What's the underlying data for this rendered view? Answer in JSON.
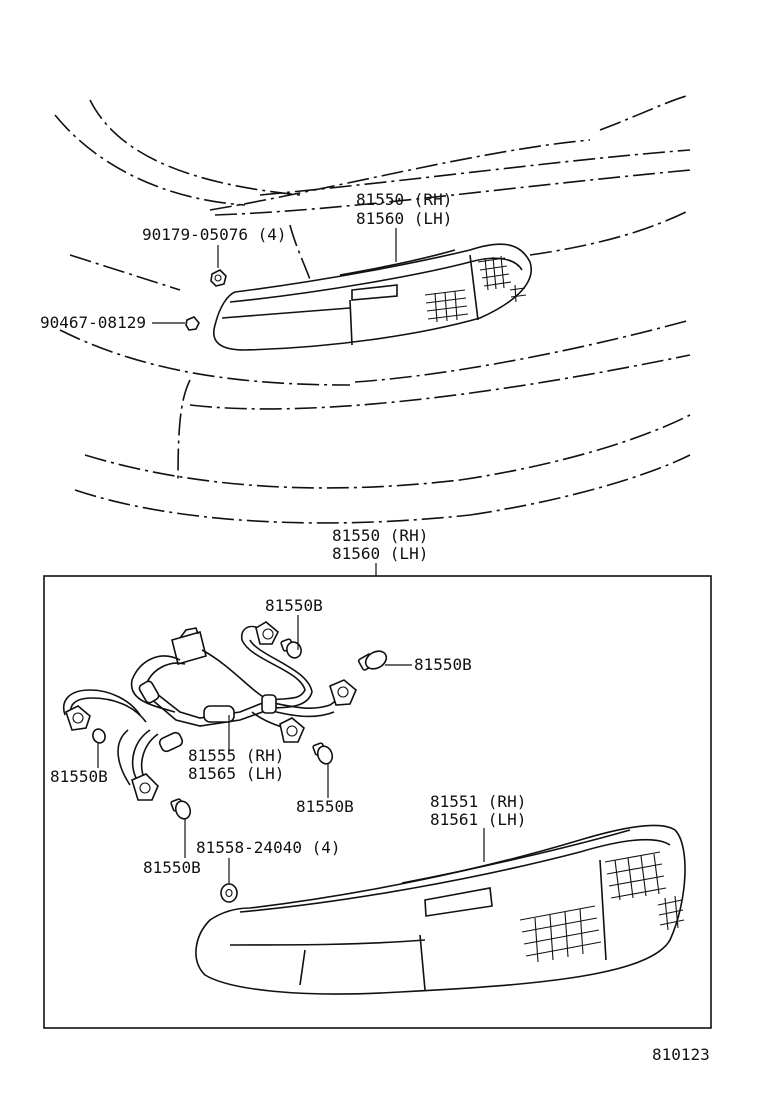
{
  "labels": {
    "lamp_assy_rh": "81550 (RH)",
    "lamp_assy_lh": "81560 (LH)",
    "nut": "90179-05076 (4)",
    "clip": "90467-08129",
    "box_assy_rh": "81550 (RH)",
    "box_assy_lh": "81560 (LH)",
    "bulb_top": "81550B",
    "bulb_right": "81550B",
    "bulb_left": "81550B",
    "bulb_center": "81550B",
    "bulb_bottom": "81550B",
    "socket_rh": "81555 (RH)",
    "socket_lh": "81565 (LH)",
    "lens_rh": "81551 (RH)",
    "lens_lh": "81561 (LH)",
    "gasket": "81558-24040 (4)",
    "diagram_code": "810123"
  }
}
